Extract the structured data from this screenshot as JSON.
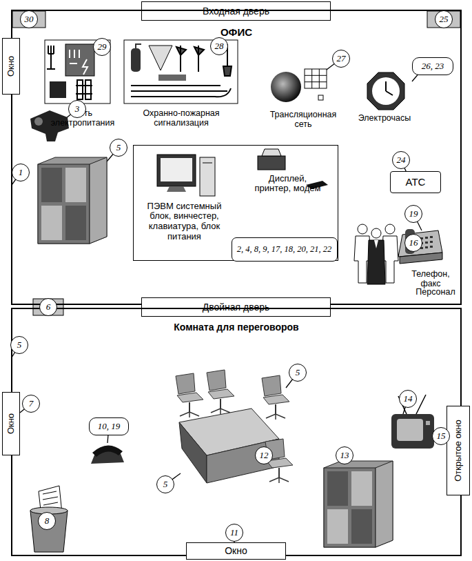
{
  "diagram": {
    "nodes": [
      {
        "text": [
          "Входная дверь"
        ]
      },
      {
        "text": [
          "ОФИС"
        ]
      },
      {
        "text": [
          "Окно"
        ]
      },
      {
        "text": [
          "АТС"
        ],
        "in": 1
      },
      {
        "text": [
          "ПЭВМ системный блок, винчестер, клавиатура, блок питания",
          "Дисплей, принтер, модем"
        ],
        "in": 1
      },
      {
        "text": [
          "2, 4, 8, 9, 17, 18, 20, 21, 22"
        ],
        "in": 4
      },
      {
        "text": [
          "Двойная дверь"
        ]
      },
      {
        "text": [
          "Комната для переговоров"
        ]
      },
      {
        "text": [
          "Окно"
        ]
      },
      {
        "text": [
          "Открытое окно"
        ]
      },
      {
        "text": [
          "Окно"
        ]
      }
    ],
    "labels": [
      "Сеть электропитания",
      "Охранно-пожарная сигнализация",
      "Трансляционная сеть",
      "Электрочасы",
      "Телефон, факс",
      "Персонал",
      "30",
      "25",
      "29",
      "28",
      "27",
      "26, 23",
      "24",
      "19",
      "3",
      "5",
      "1",
      "16",
      "6",
      "14",
      "5",
      "10, 19",
      "15",
      "7",
      "5",
      "5",
      "12",
      "13",
      "8",
      "11"
    ]
  }
}
